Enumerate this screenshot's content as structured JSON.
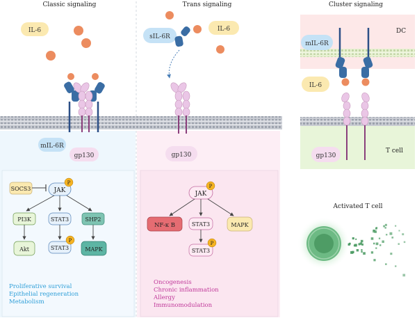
{
  "panels": {
    "classic": {
      "title": "Classic signaling",
      "ligand": "IL-6",
      "receptor": "mIL-6R",
      "transducer": "gp130",
      "pathway": {
        "inhibitor": "SOCS3",
        "kinase": "JAK",
        "phospho": "P",
        "branches": [
          "PI3K",
          "STAT3",
          "SHP2"
        ],
        "outputs": [
          "Akt",
          "STAT3",
          "MAPK"
        ]
      },
      "effects": [
        "Proliferative survival",
        "Epithelial regeneration",
        "Metabolism"
      ],
      "colors": {
        "effects": "#2f9fd8",
        "background": "#eef7fd"
      }
    },
    "trans": {
      "title": "Trans signaling",
      "soluble_receptor": "sIL-6R",
      "ligand": "IL-6",
      "transducer": "gp130",
      "pathway": {
        "kinase": "JAK",
        "phospho": "P",
        "branches": [
          "NF-κ B",
          "STAT3",
          "MAPK"
        ],
        "outputs": [
          "STAT3"
        ]
      },
      "effects": [
        "Oncogenesis",
        "Chronic inflammation",
        "Allergy",
        "Immunomodulation"
      ],
      "colors": {
        "effects": "#c0399a",
        "background": "#fdeef5"
      }
    },
    "cluster": {
      "title": "Cluster signaling",
      "top_cell": "DC",
      "receptor": "mIL-6R",
      "ligand": "IL-6",
      "transducer": "gp130",
      "bottom_cell": "T cell",
      "activated_label": "Activated T cell"
    }
  },
  "colors": {
    "il6_chip": "#fbe9b0",
    "receptor_chip": "#c5e2f6",
    "gp130_chip": "#f5ddef",
    "cytokine": "#ec8c5f",
    "receptor_blue": "#3a6da4",
    "gp130_pink": "#eac6e6",
    "phospho": "#f5b322",
    "mapk_teal": "#5db5a4",
    "nfkb_red": "#e56c72",
    "green_box": "#e8f5d9",
    "t_cell": "#6dba84"
  }
}
